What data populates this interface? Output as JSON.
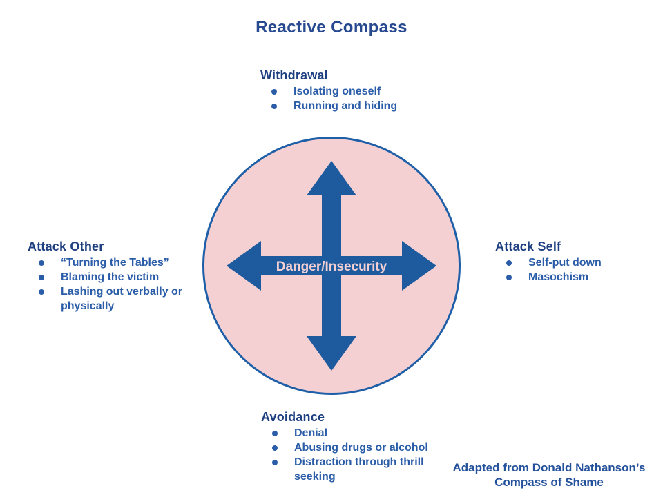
{
  "title": "Reactive Compass",
  "compass": {
    "center_label": "Danger/Insecurity"
  },
  "sections": {
    "withdrawal": {
      "heading": "Withdrawal",
      "items": [
        "Isolating oneself",
        "Running and hiding"
      ]
    },
    "attack_other": {
      "heading": "Attack Other",
      "items": [
        "“Turning the Tables”",
        "Blaming the victim",
        "Lashing out verbally or physically"
      ]
    },
    "attack_self": {
      "heading": "Attack Self",
      "items": [
        "Self-put down",
        "Masochism"
      ]
    },
    "avoidance": {
      "heading": "Avoidance",
      "items": [
        "Denial",
        "Abusing drugs or alcohol",
        "Distraction through thrill seeking"
      ]
    }
  },
  "attribution": {
    "line1": "Adapted from Donald Nathanson’s",
    "line2": "Compass of Shame"
  },
  "colors": {
    "title": "#27498f",
    "section_heading": "#1e3f80",
    "bullet_text": "#2a5ca8",
    "attribution": "#24519b",
    "arrow_blue": "#1d5a9e",
    "circle_fill": "#f4d0d3",
    "circle_border": "#1f5fa8",
    "center_label": "#f4d0d3",
    "background": "#ffffff"
  }
}
